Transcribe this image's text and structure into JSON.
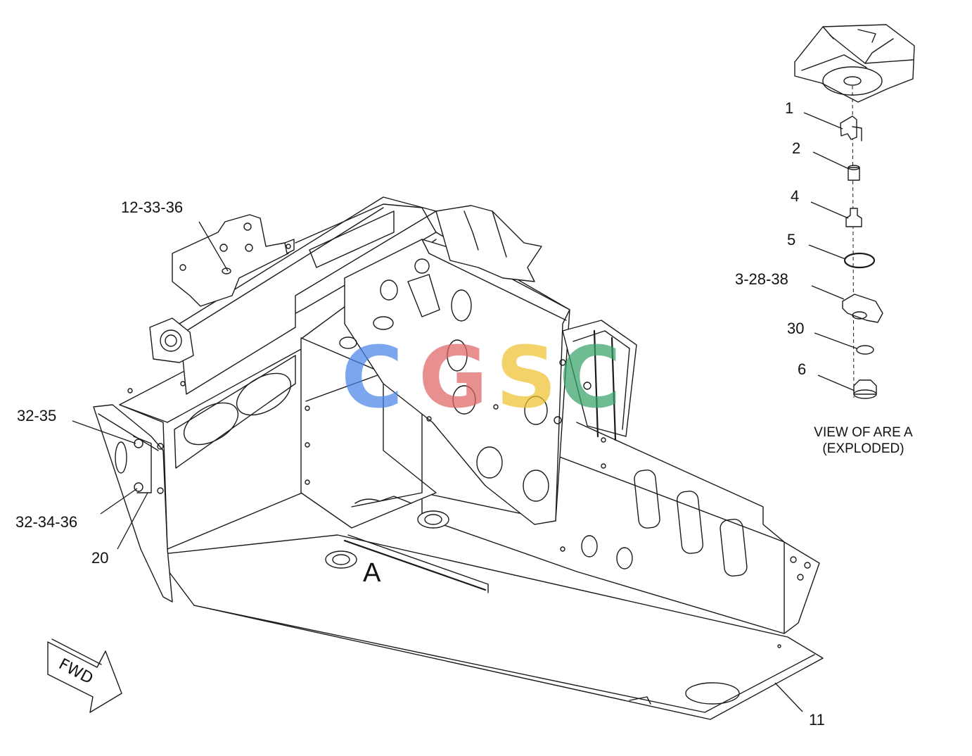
{
  "callouts": {
    "c1": "1",
    "c2": "2",
    "c4": "4",
    "c5": "5",
    "c3_28_38": "3-28-38",
    "c30": "30",
    "c6": "6",
    "c12_33_36": "12-33-36",
    "c32_35": "32-35",
    "c32_34_36": "32-34-36",
    "c20": "20",
    "c11": "11"
  },
  "view_label": "A",
  "view_caption": {
    "line1": "VIEW OF ARE A",
    "line2": "(EXPLODED)"
  },
  "direction_label": "FWD",
  "watermark": {
    "letters": [
      "C",
      "G",
      "S",
      "C"
    ],
    "colors": [
      "#4a86e8",
      "#e06666",
      "#f1c232",
      "#38a169"
    ]
  }
}
